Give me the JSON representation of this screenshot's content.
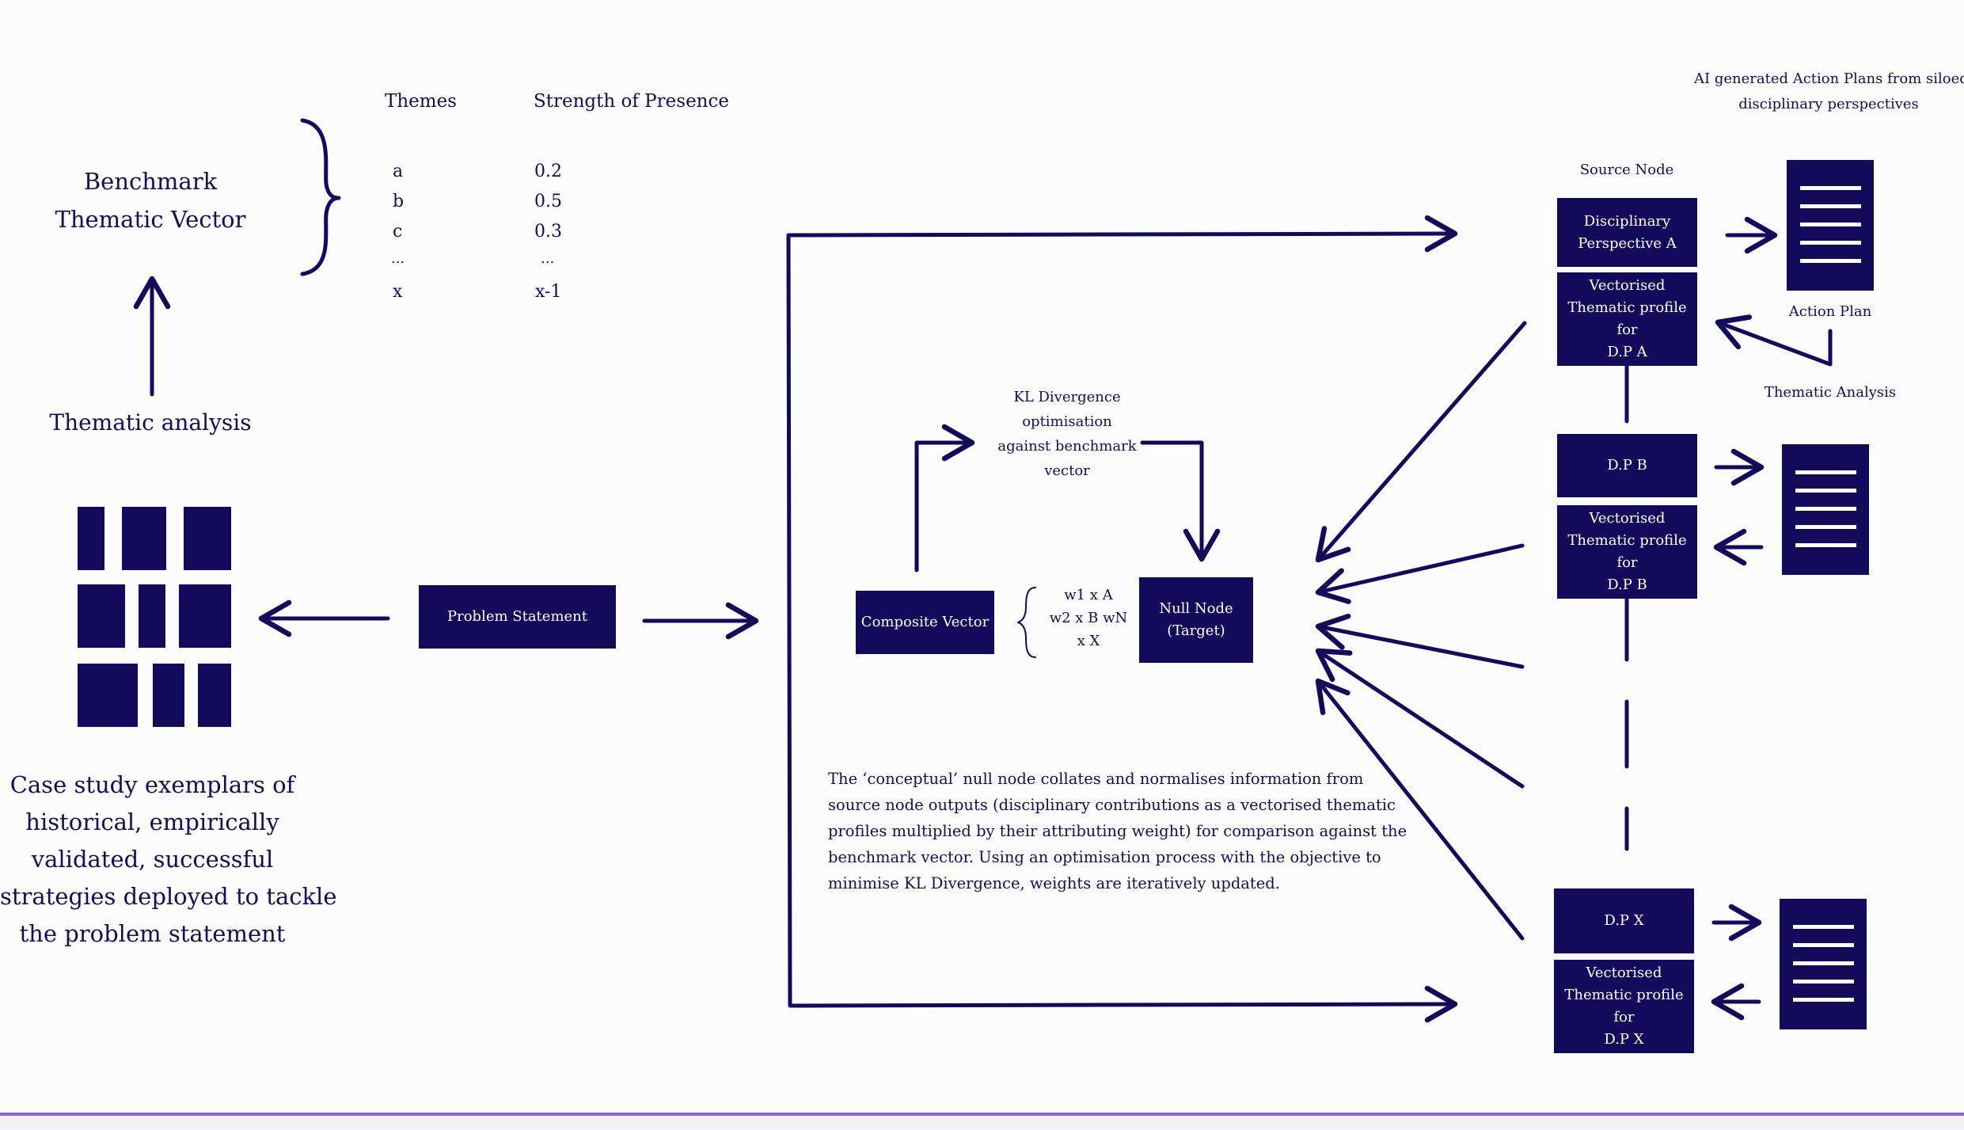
{
  "benchmark": {
    "title_line1": "Benchmark",
    "title_line2": "Thematic Vector"
  },
  "table": {
    "header_themes": "Themes",
    "header_strength": "Strength of Presence",
    "rows": [
      {
        "theme": "a",
        "value": "0.2"
      },
      {
        "theme": "b",
        "value": "0.5"
      },
      {
        "theme": "c",
        "value": "0.3"
      },
      {
        "theme": "...",
        "value": "..."
      },
      {
        "theme": "x",
        "value": "x-1"
      }
    ]
  },
  "thematic_analysis_left": "Thematic analysis",
  "case_study": [
    "Case study exemplars of",
    "historical, empirically",
    "validated, successful",
    "strategies deployed to tackle",
    "the problem statement"
  ],
  "problem_statement": "Problem Statement",
  "composite_vector": "Composite Vector",
  "formula": {
    "line1": "w1 x A",
    "line2": "w2 x B wN",
    "line3": "x X"
  },
  "null_node": {
    "line1": "Null Node",
    "line2": "(Target)"
  },
  "kl": [
    "KL Divergence",
    "optimisation",
    "against benchmark",
    "vector"
  ],
  "explanation": [
    "The ‘conceptual’ null node collates and normalises information from",
    "source node outputs (disciplinary contributions as a vectorised thematic",
    "profiles multiplied by their attributing weight) for comparison against the",
    "benchmark vector. Using an optimisation process with the objective to",
    "minimise KL Divergence, weights are iteratively updated."
  ],
  "ai_generated": {
    "line1": "AI generated Action Plans from siloed",
    "line2": "disciplinary perspectives"
  },
  "source_node": "Source Node",
  "action_plan": "Action Plan",
  "thematic_analysis_right": "Thematic Analysis",
  "nodes": {
    "dp_a": "Disciplinary\nPerspective A",
    "vec_a": "Vectorised\nThematic profile for\nD.P A",
    "dp_b": "D.P B",
    "vec_b": "Vectorised\nThematic profile for\nD.P B",
    "dp_x": "D.P X",
    "vec_x": "Vectorised\nThematic profile for\nD.P X"
  },
  "colors": {
    "navy": "#130a5c",
    "text": "#170b5b",
    "accent": "#8b5fe0"
  }
}
